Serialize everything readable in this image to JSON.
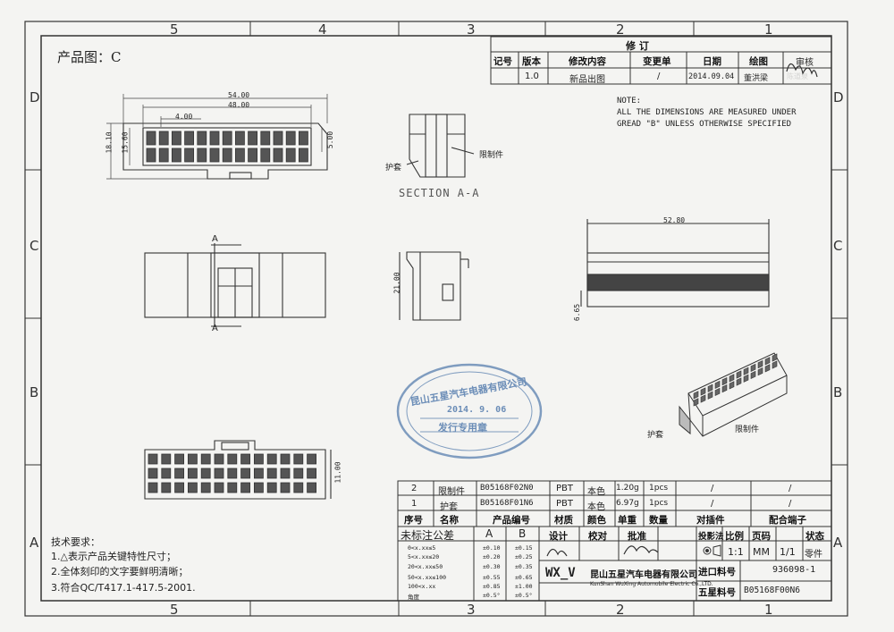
{
  "sheet": {
    "title": "产品图：C",
    "zones_top": [
      "5",
      "4",
      "3",
      "2",
      "1"
    ],
    "zones_bottom": [
      "5",
      "3",
      "2",
      "1"
    ],
    "zones_left": [
      "D",
      "C",
      "B",
      "A"
    ],
    "zones_right": [
      "D",
      "C",
      "B",
      "A"
    ]
  },
  "revision": {
    "title": "修    订",
    "headers": [
      "记号",
      "版本",
      "修改内容",
      "变更单",
      "日期",
      "绘图",
      "审核"
    ],
    "row": [
      "",
      "1.0",
      "新品出图",
      "/",
      "2014.09.04",
      "董洪梁",
      "陈道泉"
    ]
  },
  "note": {
    "label": "NOTE:",
    "line1": "ALL THE DIMENSIONS ARE MEASURED UNDER",
    "line2": "GREAD \"B\" UNLESS OTHERWISE SPECIFIED"
  },
  "dimensions": {
    "d54": "54.00",
    "d48": "48.00",
    "d4": "4.00",
    "d1810": "18.10",
    "d1560": "15.60",
    "d500": "5.00",
    "d2100": "21.00",
    "d5280": "52.80",
    "d665": "6.65",
    "d1100": "11.00"
  },
  "section": {
    "label": "SECTION A-A",
    "mark_a": "A"
  },
  "labels": {
    "housing": "护套",
    "retainer": "限制件"
  },
  "stamp": {
    "company": "昆山五星汽车电器有限公司",
    "date": "2014. 9. 06",
    "text": "发行专用章"
  },
  "bom": {
    "rows": [
      [
        "2",
        "限制件",
        "B05168F02N0",
        "PBT",
        "本色",
        "1.20g",
        "1pcs",
        "/",
        "/"
      ],
      [
        "1",
        "护套",
        "B05168F01N6",
        "PBT",
        "本色",
        "6.97g",
        "1pcs",
        "/",
        "/"
      ]
    ],
    "headers": [
      "序号",
      "名称",
      "产品编号",
      "材质",
      "颜色",
      "单重",
      "数量",
      "对插件",
      "配合端子"
    ]
  },
  "tolerance": {
    "title": "未标注公差",
    "grade_a": "A",
    "grade_b": "B",
    "rows": [
      [
        "0<x.xx≤5",
        "±0.10",
        "±0.15"
      ],
      [
        "5<x.xx≤20",
        "±0.20",
        "±0.25"
      ],
      [
        "20<x.xx≤50",
        "±0.30",
        "±0.35"
      ],
      [
        "50<x.xx≤100",
        "±0.55",
        "±0.65"
      ],
      [
        "100<x.xx",
        "±0.85",
        "±1.00"
      ],
      [
        "角度",
        "±0.5°",
        "±0.5°"
      ]
    ]
  },
  "title_block": {
    "headers": [
      "设计",
      "校对",
      "批准",
      "投影法",
      "比例",
      "页码",
      "状态"
    ],
    "scale": "1:1",
    "unit": "MM",
    "page": "1/1",
    "status": "零件",
    "logo": "WX_V",
    "company_cn": "昆山五星汽车电器有限公司",
    "company_en": "KunShan WuXing Automobile Electric Co.,LTD.",
    "in_label": "进口料号",
    "in_value": "936098-1",
    "part_label": "五星料号",
    "part_value": "B05168F00N6"
  },
  "tech": {
    "title": "技术要求：",
    "items": [
      "1.△表示产品关键特性尺寸；",
      "2.全体刻印的文字要鲜明清晰；",
      "3.符合QC/T417.1-417.5-2001."
    ]
  }
}
